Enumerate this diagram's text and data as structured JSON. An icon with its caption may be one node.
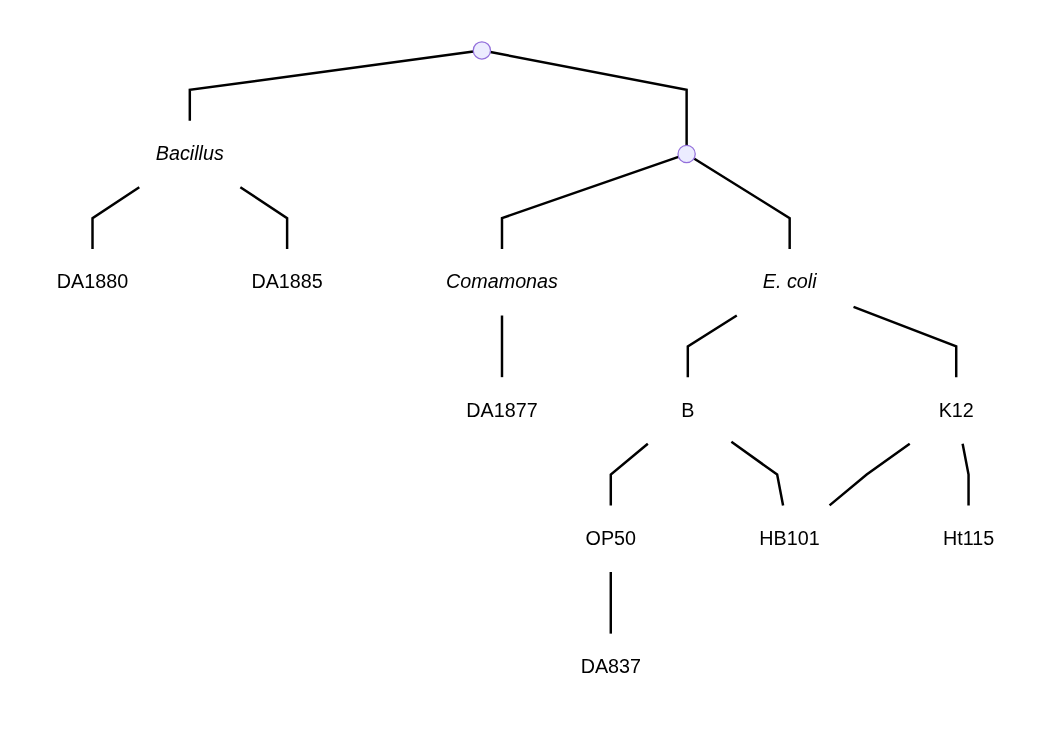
{
  "diagram": {
    "nodes": [
      {
        "text": [],
        "shape": "point"
      },
      {
        "text": [
          "Bacillus"
        ]
      },
      {
        "text": [
          "DA1880"
        ]
      },
      {
        "text": [
          "DA1885"
        ]
      },
      {
        "text": [],
        "shape": "point"
      },
      {
        "text": [
          "E. coli"
        ]
      },
      {
        "text": [
          "Comamonas"
        ]
      },
      {
        "text": [
          "DA1877"
        ]
      },
      {
        "text": [
          "B"
        ]
      },
      {
        "text": [
          "K12"
        ]
      },
      {
        "text": [
          "OP50"
        ]
      },
      {
        "text": [
          "HB101"
        ]
      },
      {
        "text": [
          "Ht115"
        ]
      },
      {
        "text": [
          "DA837"
        ]
      }
    ],
    "edges": [
      {
        "from": 0,
        "to": 4,
        "arrow": "none"
      },
      {
        "from": 0,
        "to": 1,
        "arrow": "none"
      },
      {
        "from": 1,
        "to": 2,
        "arrow": "none"
      },
      {
        "from": 1,
        "to": 3,
        "arrow": "none"
      },
      {
        "from": 4,
        "to": 5,
        "arrow": "none"
      },
      {
        "from": 4,
        "to": 6,
        "arrow": "none"
      },
      {
        "from": 6,
        "to": 7,
        "arrow": "none"
      },
      {
        "from": 5,
        "to": 8,
        "arrow": "none"
      },
      {
        "from": 5,
        "to": 9,
        "arrow": "none"
      },
      {
        "from": 8,
        "to": 10,
        "arrow": "none"
      },
      {
        "from": 8,
        "to": 11,
        "arrow": "none"
      },
      {
        "from": 9,
        "to": 11,
        "arrow": "none"
      },
      {
        "from": 9,
        "to": 12,
        "arrow": "none"
      },
      {
        "from": 10,
        "to": 13,
        "arrow": "none"
      }
    ]
  }
}
